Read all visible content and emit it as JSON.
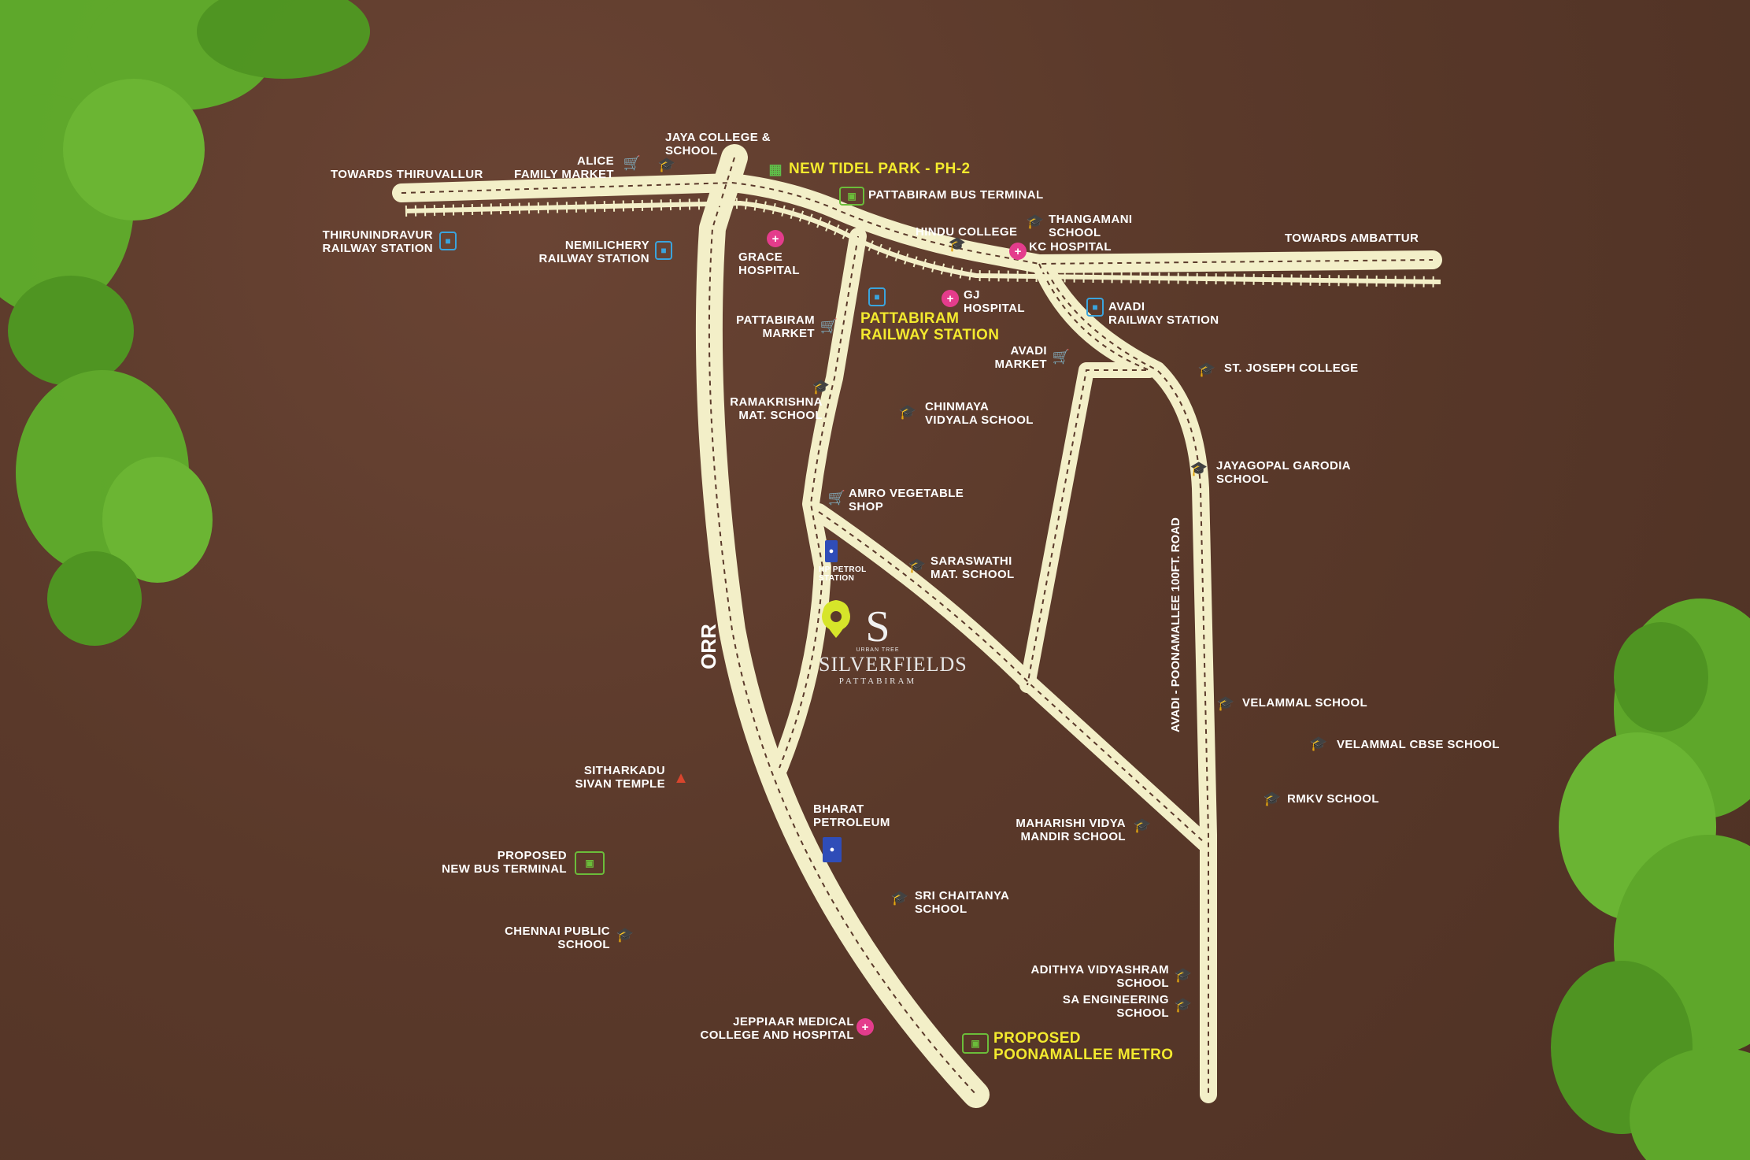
{
  "colors": {
    "road": "#f3efc8",
    "background": "#5b3a2b",
    "foliage": "#5fae2b",
    "highlight": "#f3ea2e",
    "pin": "#d6e52a",
    "hospital": "#e43c8c",
    "rail": "#3aa4dd",
    "school": "#5fbf4a",
    "petrol": "#2f4db8"
  },
  "roads": {
    "orr": "ORR",
    "avadi_road": "AVADI - POONAMALLEE 100FT. ROAD"
  },
  "project": {
    "tag": "URBAN TREE",
    "name": "SILVERFIELDS",
    "area": "PATTABIRAM",
    "monogram": "S"
  },
  "labels": {
    "towards_thiruvallur": "TOWARDS THIRUVALLUR",
    "towards_ambattur": "TOWARDS AMBATTUR",
    "alice_market": [
      "ALICE",
      "FAMILY MARKET"
    ],
    "jaya_college": [
      "JAYA COLLEGE &",
      "SCHOOL"
    ],
    "tidel_park": "NEW TIDEL PARK - PH-2",
    "bus_terminal": "PATTABIRAM BUS TERMINAL",
    "thirunindravur": [
      "THIRUNINDRAVUR",
      "RAILWAY STATION"
    ],
    "nemilichery": [
      "NEMILICHERY",
      "RAILWAY STATION"
    ],
    "grace_hospital": [
      "GRACE",
      "HOSPITAL"
    ],
    "hindu_college": "HINDU COLLEGE",
    "thangamani": [
      "THANGAMANI",
      "SCHOOL"
    ],
    "kc_hospital": "KC HOSPITAL",
    "gj_hospital": [
      "GJ",
      "HOSPITAL"
    ],
    "avadi_station": [
      "AVADI",
      "RAILWAY STATION"
    ],
    "pattabiram_market": [
      "PATTABIRAM",
      "MARKET"
    ],
    "pattabiram_station": [
      "PATTABIRAM",
      "RAILWAY STATION"
    ],
    "avadi_market": [
      "AVADI",
      "MARKET"
    ],
    "st_joseph": "ST. JOSEPH COLLEGE",
    "ramakrishna": [
      "RAMAKRISHNA",
      "MAT. SCHOOL"
    ],
    "chinmaya": [
      "CHINMAYA",
      "VIDYALA SCHOOL"
    ],
    "jayagopal": [
      "JAYAGOPAL GARODIA",
      "SCHOOL"
    ],
    "amro": [
      "AMRO VEGETABLE",
      "SHOP"
    ],
    "hp_petrol": [
      "HP PETROL",
      "STATION"
    ],
    "saraswathi": [
      "SARASWATHI",
      "MAT. SCHOOL"
    ],
    "velammal": "VELAMMAL SCHOOL",
    "velammal_cbse": "VELAMMAL CBSE SCHOOL",
    "sitharkadu": [
      "SITHARKADU",
      "SIVAN TEMPLE"
    ],
    "rmkv": "RMKV SCHOOL",
    "bharat": [
      "BHARAT",
      "PETROLEUM"
    ],
    "maharishi": [
      "MAHARISHI VIDYA",
      "MANDIR SCHOOL"
    ],
    "proposed_bus": [
      "PROPOSED",
      "NEW BUS TERMINAL"
    ],
    "sri_chaitanya": [
      "SRI CHAITANYA",
      "SCHOOL"
    ],
    "chennai_public": [
      "CHENNAI PUBLIC",
      "SCHOOL"
    ],
    "adithya": [
      "ADITHYA VIDYASHRAM",
      "SCHOOL"
    ],
    "sa_engineering": [
      "SA ENGINEERING",
      "SCHOOL"
    ],
    "jeppiaar": [
      "JEPPIAAR MEDICAL",
      "COLLEGE AND HOSPITAL"
    ],
    "metro": [
      "PROPOSED",
      "POONAMALLEE METRO"
    ]
  }
}
